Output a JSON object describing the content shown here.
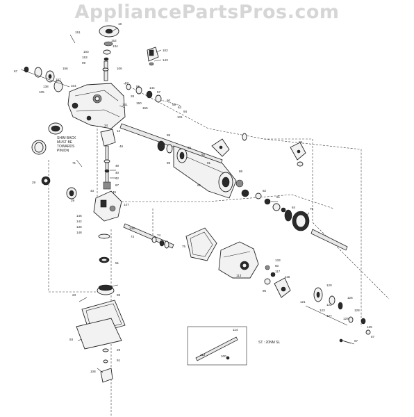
{
  "watermark": "AppliancePartsPros.com",
  "notes": {
    "shim_note": [
      "SHIM BACK",
      "MUST BE",
      "TOWARDS",
      "PINION"
    ],
    "torque_note": "ST : 20NM SL"
  },
  "callouts": [
    {
      "id": "c1",
      "text": "151"
    },
    {
      "id": "c2",
      "text": "18"
    },
    {
      "id": "c3",
      "text": "152"
    },
    {
      "id": "c4",
      "text": "134"
    },
    {
      "id": "c5",
      "text": "103"
    },
    {
      "id": "c6",
      "text": "153"
    },
    {
      "id": "c7",
      "text": "99"
    },
    {
      "id": "c8",
      "text": "102"
    },
    {
      "id": "c9",
      "text": "143"
    },
    {
      "id": "c10",
      "text": "106"
    },
    {
      "id": "c11",
      "text": "67"
    },
    {
      "id": "c12",
      "text": "156"
    },
    {
      "id": "c13",
      "text": "157"
    },
    {
      "id": "c14",
      "text": "138"
    },
    {
      "id": "c15",
      "text": "105"
    },
    {
      "id": "c16",
      "text": "104"
    },
    {
      "id": "c17",
      "text": "57"
    },
    {
      "id": "c18",
      "text": "55"
    },
    {
      "id": "c19",
      "text": "144"
    },
    {
      "id": "c20",
      "text": "57"
    },
    {
      "id": "c21",
      "text": "60"
    },
    {
      "id": "c22",
      "text": "59"
    },
    {
      "id": "c23",
      "text": "63"
    },
    {
      "id": "c24",
      "text": "94"
    },
    {
      "id": "c25",
      "text": "28"
    },
    {
      "id": "c26",
      "text": "150"
    },
    {
      "id": "c27",
      "text": "155"
    },
    {
      "id": "c28",
      "text": "101"
    },
    {
      "id": "c29",
      "text": "141"
    },
    {
      "id": "c30",
      "text": "34"
    },
    {
      "id": "c31",
      "text": "12"
    },
    {
      "id": "c32",
      "text": "46"
    },
    {
      "id": "c33",
      "text": "49"
    },
    {
      "id": "c34",
      "text": "40"
    },
    {
      "id": "c35",
      "text": "42"
    },
    {
      "id": "c36",
      "text": "87"
    },
    {
      "id": "c37",
      "text": "43"
    },
    {
      "id": "c38",
      "text": "45"
    },
    {
      "id": "c39",
      "text": "71"
    },
    {
      "id": "c40",
      "text": "88"
    },
    {
      "id": "c41",
      "text": "89"
    },
    {
      "id": "c42",
      "text": "55"
    },
    {
      "id": "c43",
      "text": "92"
    },
    {
      "id": "c44",
      "text": "91"
    },
    {
      "id": "c45",
      "text": "86"
    },
    {
      "id": "c46",
      "text": "65"
    },
    {
      "id": "c47",
      "text": "82"
    },
    {
      "id": "c48",
      "text": "81"
    },
    {
      "id": "c49",
      "text": "84"
    },
    {
      "id": "c50",
      "text": "76"
    },
    {
      "id": "c51",
      "text": "25"
    },
    {
      "id": "c52",
      "text": "29"
    },
    {
      "id": "c53",
      "text": "29"
    },
    {
      "id": "c54",
      "text": "147"
    },
    {
      "id": "c55",
      "text": "146"
    },
    {
      "id": "c56",
      "text": "142"
    },
    {
      "id": "c57",
      "text": "136"
    },
    {
      "id": "c58",
      "text": "148"
    },
    {
      "id": "c59",
      "text": "145"
    },
    {
      "id": "c60",
      "text": "73"
    },
    {
      "id": "c61",
      "text": "74"
    },
    {
      "id": "c62",
      "text": "75"
    },
    {
      "id": "c63",
      "text": "51"
    },
    {
      "id": "c64",
      "text": "133"
    },
    {
      "id": "c65",
      "text": "50"
    },
    {
      "id": "c66",
      "text": "113"
    },
    {
      "id": "c67",
      "text": "117"
    },
    {
      "id": "c68",
      "text": "115"
    },
    {
      "id": "c69",
      "text": "95"
    },
    {
      "id": "c70",
      "text": "120"
    },
    {
      "id": "c71",
      "text": "121"
    },
    {
      "id": "c72",
      "text": "122"
    },
    {
      "id": "c73",
      "text": "123"
    },
    {
      "id": "c74",
      "text": "127"
    },
    {
      "id": "c75",
      "text": "129"
    },
    {
      "id": "c76",
      "text": "126"
    },
    {
      "id": "c77",
      "text": "128"
    },
    {
      "id": "c78",
      "text": "139"
    },
    {
      "id": "c79",
      "text": "57"
    },
    {
      "id": "c80",
      "text": "23"
    },
    {
      "id": "c81",
      "text": "89"
    },
    {
      "id": "c82",
      "text": "93"
    },
    {
      "id": "c83",
      "text": "29"
    },
    {
      "id": "c84",
      "text": "91"
    },
    {
      "id": "c85",
      "text": "108"
    },
    {
      "id": "c86",
      "text": "114"
    },
    {
      "id": "c87",
      "text": "112"
    },
    {
      "id": "c88",
      "text": "100"
    },
    {
      "id": "c89",
      "text": "97"
    }
  ]
}
